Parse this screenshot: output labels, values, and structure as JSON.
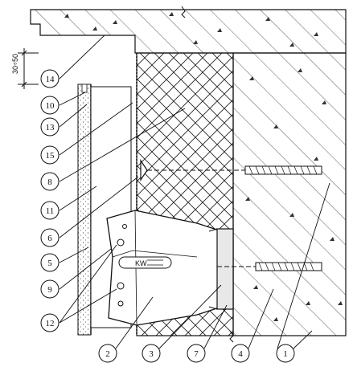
{
  "callouts": [
    {
      "id": "c1",
      "text": "1"
    },
    {
      "id": "c2",
      "text": "2"
    },
    {
      "id": "c3",
      "text": "3"
    },
    {
      "id": "c4",
      "text": "4"
    },
    {
      "id": "c5",
      "text": "5"
    },
    {
      "id": "c6",
      "text": "6"
    },
    {
      "id": "c7",
      "text": "7"
    },
    {
      "id": "c8",
      "text": "8"
    },
    {
      "id": "c9",
      "text": "9"
    },
    {
      "id": "c10",
      "text": "10"
    },
    {
      "id": "c11",
      "text": "11"
    },
    {
      "id": "c12",
      "text": "12"
    },
    {
      "id": "c13",
      "text": "13"
    },
    {
      "id": "c14",
      "text": "14"
    },
    {
      "id": "c15",
      "text": "15"
    }
  ],
  "dimension_label": "30÷50",
  "bracket_stamp": "KW"
}
